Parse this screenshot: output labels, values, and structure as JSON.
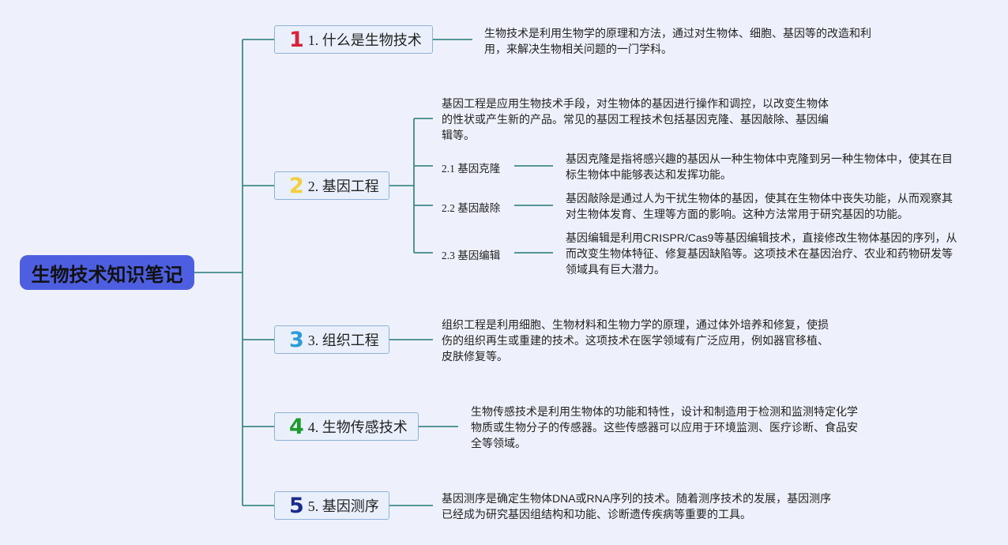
{
  "root": {
    "title": "生物技术知识笔记"
  },
  "branches": [
    {
      "num": "1",
      "color": "#d9213b",
      "label": "1. 什么是生物技术",
      "desc": "生物技术是利用生物学的原理和方法，通过对生物体、细胞、基因等的改造和利用，来解决生物相关问题的一门学科。"
    },
    {
      "num": "2",
      "color": "#f2cf3c",
      "label": "2. 基因工程",
      "desc": "基因工程是应用生物技术手段，对生物体的基因进行操作和调控，以改变生物体的性状或产生新的产品。常见的基因工程技术包括基因克隆、基因敲除、基因编辑等。",
      "children": [
        {
          "label": "2.1 基因克隆",
          "desc": "基因克隆是指将感兴趣的基因从一种生物体中克隆到另一种生物体中，使其在目标生物体中能够表达和发挥功能。"
        },
        {
          "label": "2.2 基因敲除",
          "desc": "基因敲除是通过人为干扰生物体的基因，使其在生物体中丧失功能，从而观察其对生物体发育、生理等方面的影响。这种方法常用于研究基因的功能。"
        },
        {
          "label": "2.3 基因编辑",
          "desc": "基因编辑是利用CRISPR/Cas9等基因编辑技术，直接修改生物体基因的序列，从而改变生物体特征、修复基因缺陷等。这项技术在基因治疗、农业和药物研发等领域具有巨大潜力。"
        }
      ]
    },
    {
      "num": "3",
      "color": "#2b9bd8",
      "label": "3. 组织工程",
      "desc": "组织工程是利用细胞、生物材料和生物力学的原理，通过体外培养和修复，使损伤的组织再生或重建的技术。这项技术在医学领域有广泛应用，例如器官移植、皮肤修复等。"
    },
    {
      "num": "4",
      "color": "#1e9a2e",
      "label": "4. 生物传感技术",
      "desc": "生物传感技术是利用生物体的功能和特性，设计和制造用于检测和监测特定化学物质或生物分子的传感器。这些传感器可以应用于环境监测、医疗诊断、食品安全等领域。"
    },
    {
      "num": "5",
      "color": "#1b2a8c",
      "label": "5. 基因测序",
      "desc": "基因测序是确定生物体DNA或RNA序列的技术。随着测序技术的发展，基因测序已经成为研究基因组结构和功能、诊断遗传疾病等重要的工具。"
    }
  ]
}
